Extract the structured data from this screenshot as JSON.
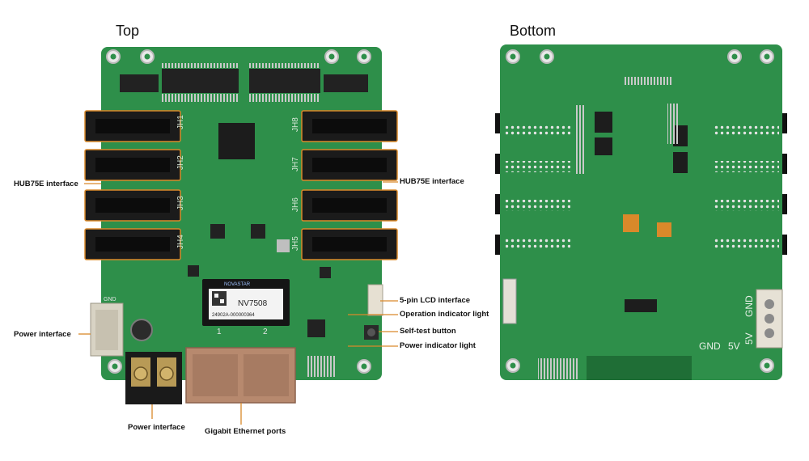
{
  "headings": {
    "top": "Top",
    "bottom": "Bottom"
  },
  "labels": {
    "hub75e_left": "HUB75E interface",
    "hub75e_right": "HUB75E interface",
    "lcd_interface": "5-pin LCD interface",
    "operation_light": "Operation indicator light",
    "self_test": "Self-test button",
    "power_light": "Power indicator light",
    "power_left": "Power interface",
    "power_bottom": "Power interface",
    "gigabit": "Gigabit Ethernet ports"
  },
  "board_text": {
    "brand": "NOVASTAR",
    "model": "NV7508",
    "serial": "24902A-000000364",
    "jh1": "JH1",
    "jh2": "JH2",
    "jh3": "JH3",
    "jh4": "JH4",
    "jh5": "JH5",
    "jh6": "JH6",
    "jh7": "JH7",
    "jh8": "JH8",
    "gnd_bottom": "GND",
    "five_v_bottom": "5V",
    "five_v_right": "5V",
    "gnd_right": "GND",
    "port1": "1",
    "port2": "2"
  },
  "colors": {
    "pcb": "#2e8f4a",
    "pcb_dark": "#1f6e36",
    "connector": "#1b1b1b",
    "accent": "#d9892a"
  }
}
